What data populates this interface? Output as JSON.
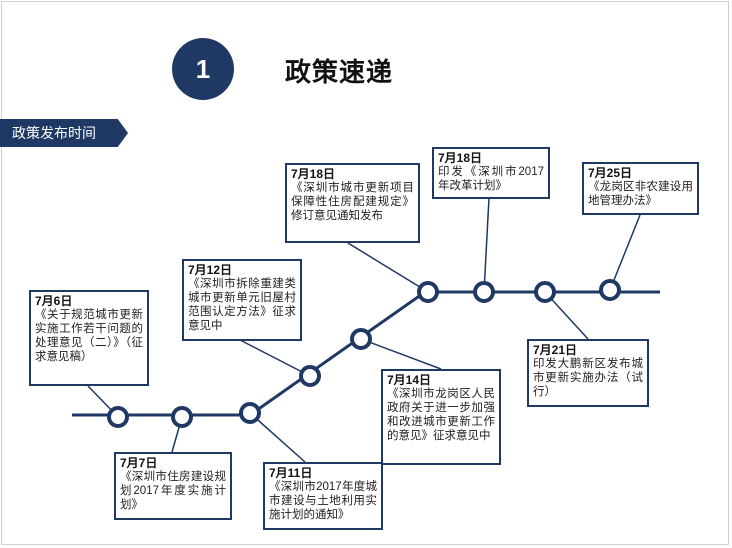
{
  "header": {
    "number": "1",
    "title": "政策速递",
    "section_tag": "政策发布时间"
  },
  "events": [
    {
      "date": "7月6日",
      "text": "《关于规范城市更新实施工作若干问题的处理意见（二）》（征求意见稿）"
    },
    {
      "date": "7月7日",
      "text": "《深圳市住房建设规划2017年度实施计划》"
    },
    {
      "date": "7月12日",
      "text": "《深圳市拆除重建类城市更新单元旧屋村范围认定方法》征求意见中"
    },
    {
      "date": "7月11日",
      "text": "《深圳市2017年度城市建设与土地利用实施计划的通知》"
    },
    {
      "date": "7月18日",
      "text": "《深圳市城市更新项目保障性住房配建规定》修订意见通知发布"
    },
    {
      "date": "7月14日",
      "text": "《深圳市龙岗区人民政府关于进一步加强和改进城市更新工作的意见》征求意见中"
    },
    {
      "date": "7月18日",
      "text": "印发《深圳市2017年改革计划》"
    },
    {
      "date": "7月21日",
      "text": "印发大鹏新区发布城市更新实施办法（试行）"
    },
    {
      "date": "7月25日",
      "text": "《龙岗区非农建设用地管理办法》"
    }
  ],
  "colors": {
    "navy": "#1f3864",
    "node_fill": "#ffffff"
  }
}
